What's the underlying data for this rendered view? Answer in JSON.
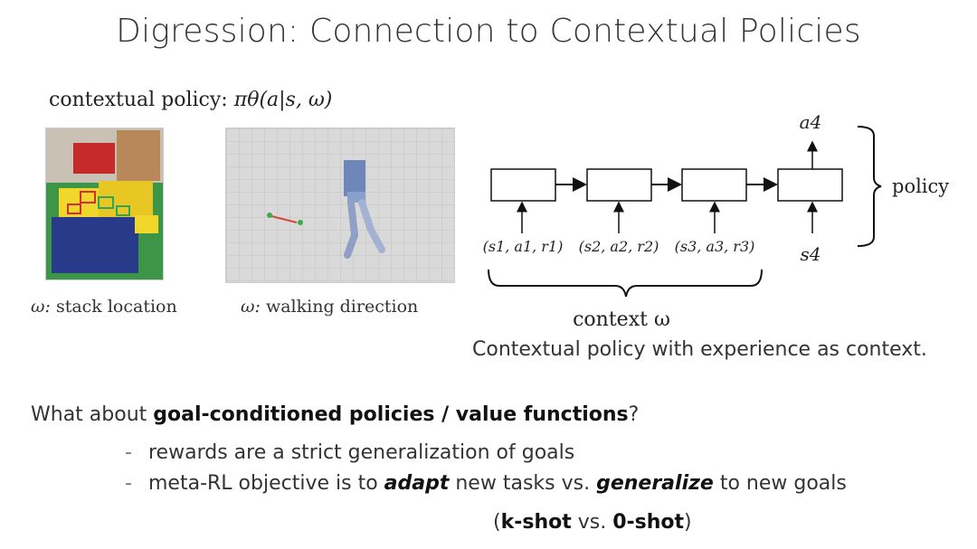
{
  "title": "Digression: Connection to Contextual Policies",
  "policy_definition": {
    "prefix": "contextual policy:",
    "formula": "πθ(a|s, ω)"
  },
  "images": [
    {
      "name": "lego-stacking-photo",
      "caption_symbol": "ω:",
      "caption_text": "stack location"
    },
    {
      "name": "walking-robot-render",
      "caption_symbol": "ω:",
      "caption_text": "walking direction"
    }
  ],
  "diagram": {
    "context_inputs": [
      "(s1, a1, r1)",
      "(s2, a2, r2)",
      "(s3, a3, r3)"
    ],
    "policy_input": "s4",
    "policy_output": "a4",
    "policy_label": "policy",
    "context_label": "context ω",
    "note": "Contextual policy with experience as context."
  },
  "question": {
    "prefix": "What about ",
    "emphasis": "goal-conditioned policies / value functions",
    "suffix": "?"
  },
  "bullets": [
    {
      "text": "rewards are a strict generalization of goals"
    },
    {
      "before": "meta-RL objective is to ",
      "em1": "adapt",
      "middle": " new tasks vs. ",
      "em2": "generalize",
      "after": " to new goals"
    }
  ],
  "shot_note": {
    "open": "(",
    "k_shot": "k-shot",
    "vs": " vs. ",
    "zero_shot": "0-shot",
    "close": ")"
  }
}
